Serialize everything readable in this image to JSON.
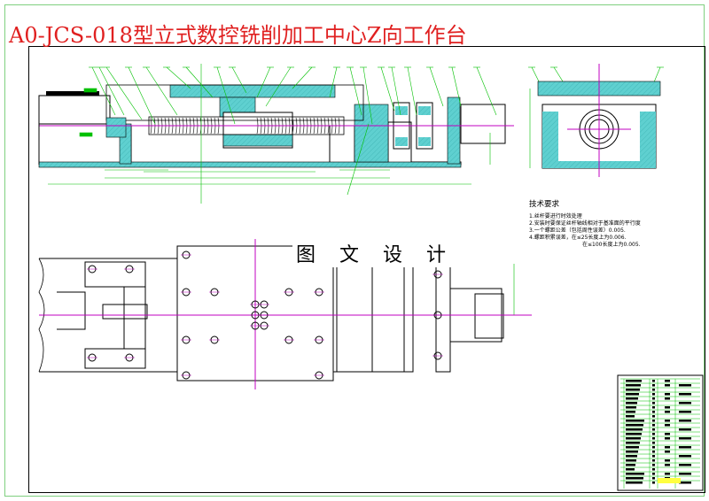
{
  "drawing": {
    "title": "A0-JCS-018型立式数控铣削加工中心Z向工作台",
    "watermark": "图 文 设 计",
    "tech_requirements": {
      "heading": "技术要求",
      "items": [
        "1.丝杆要进行时效处理",
        "2.安装时要保证丝杆轴线相对于基准面的平行度",
        "3.一个螺距公差（包括周性误差）0.005.",
        "4.螺距积累误差，在≤25长度上为0.006.",
        "在≤100长度上为0.005."
      ]
    },
    "colors": {
      "title": "#e02020",
      "section_fill": "#5fd0d0",
      "leader_lines": "#00c000",
      "centerline": "#c000c0",
      "outline": "#000000"
    }
  }
}
